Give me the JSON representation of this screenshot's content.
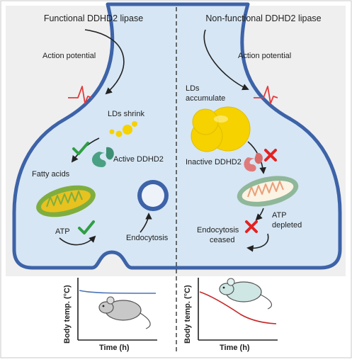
{
  "panels": {
    "left": {
      "title": "Functional DDHD2 lipase",
      "action_potential": "Action potential",
      "lds": "LDs shrink",
      "enzyme": "Active DDHD2",
      "fatty_acids": "Fatty acids",
      "atp": "ATP",
      "endocytosis": "Endocytosis"
    },
    "right": {
      "title": "Non-functional DDHD2 lipase",
      "action_potential": "Action potential",
      "lds_line1": "LDs",
      "lds_line2": "accumulate",
      "enzyme": "Inactive DDHD2",
      "atp_line1": "ATP",
      "atp_line2": "depleted",
      "endo_line1": "Endocytosis",
      "endo_line2": "ceased"
    }
  },
  "chart_data": [
    {
      "type": "line",
      "xlabel": "Time (h)",
      "ylabel": "Body temp. (°C)",
      "series": [
        {
          "trend": "flat",
          "color": "#4a73b5"
        }
      ]
    },
    {
      "type": "line",
      "xlabel": "Time (h)",
      "ylabel": "Body temp. (°C)",
      "series": [
        {
          "trend": "declining",
          "color": "#c62828"
        }
      ]
    }
  ],
  "colors": {
    "cytoplasm": "#d6e6f4",
    "membrane": "#3d63a8",
    "lipid_droplet": "#f5d200",
    "lipase": "#4aa083",
    "inactive_lipase": "#e07a7a",
    "mitochondrion_outer": "#7fae3f",
    "mitochondrion_inner": "#e8c21f",
    "check": "#2f9e44",
    "cross": "#e32222",
    "action_potential": "#e23b3b"
  },
  "icons": [
    "check-icon",
    "cross-icon",
    "mouse-icon",
    "lipid-droplet",
    "mitochondrion",
    "vesicle",
    "action-potential-spike"
  ]
}
